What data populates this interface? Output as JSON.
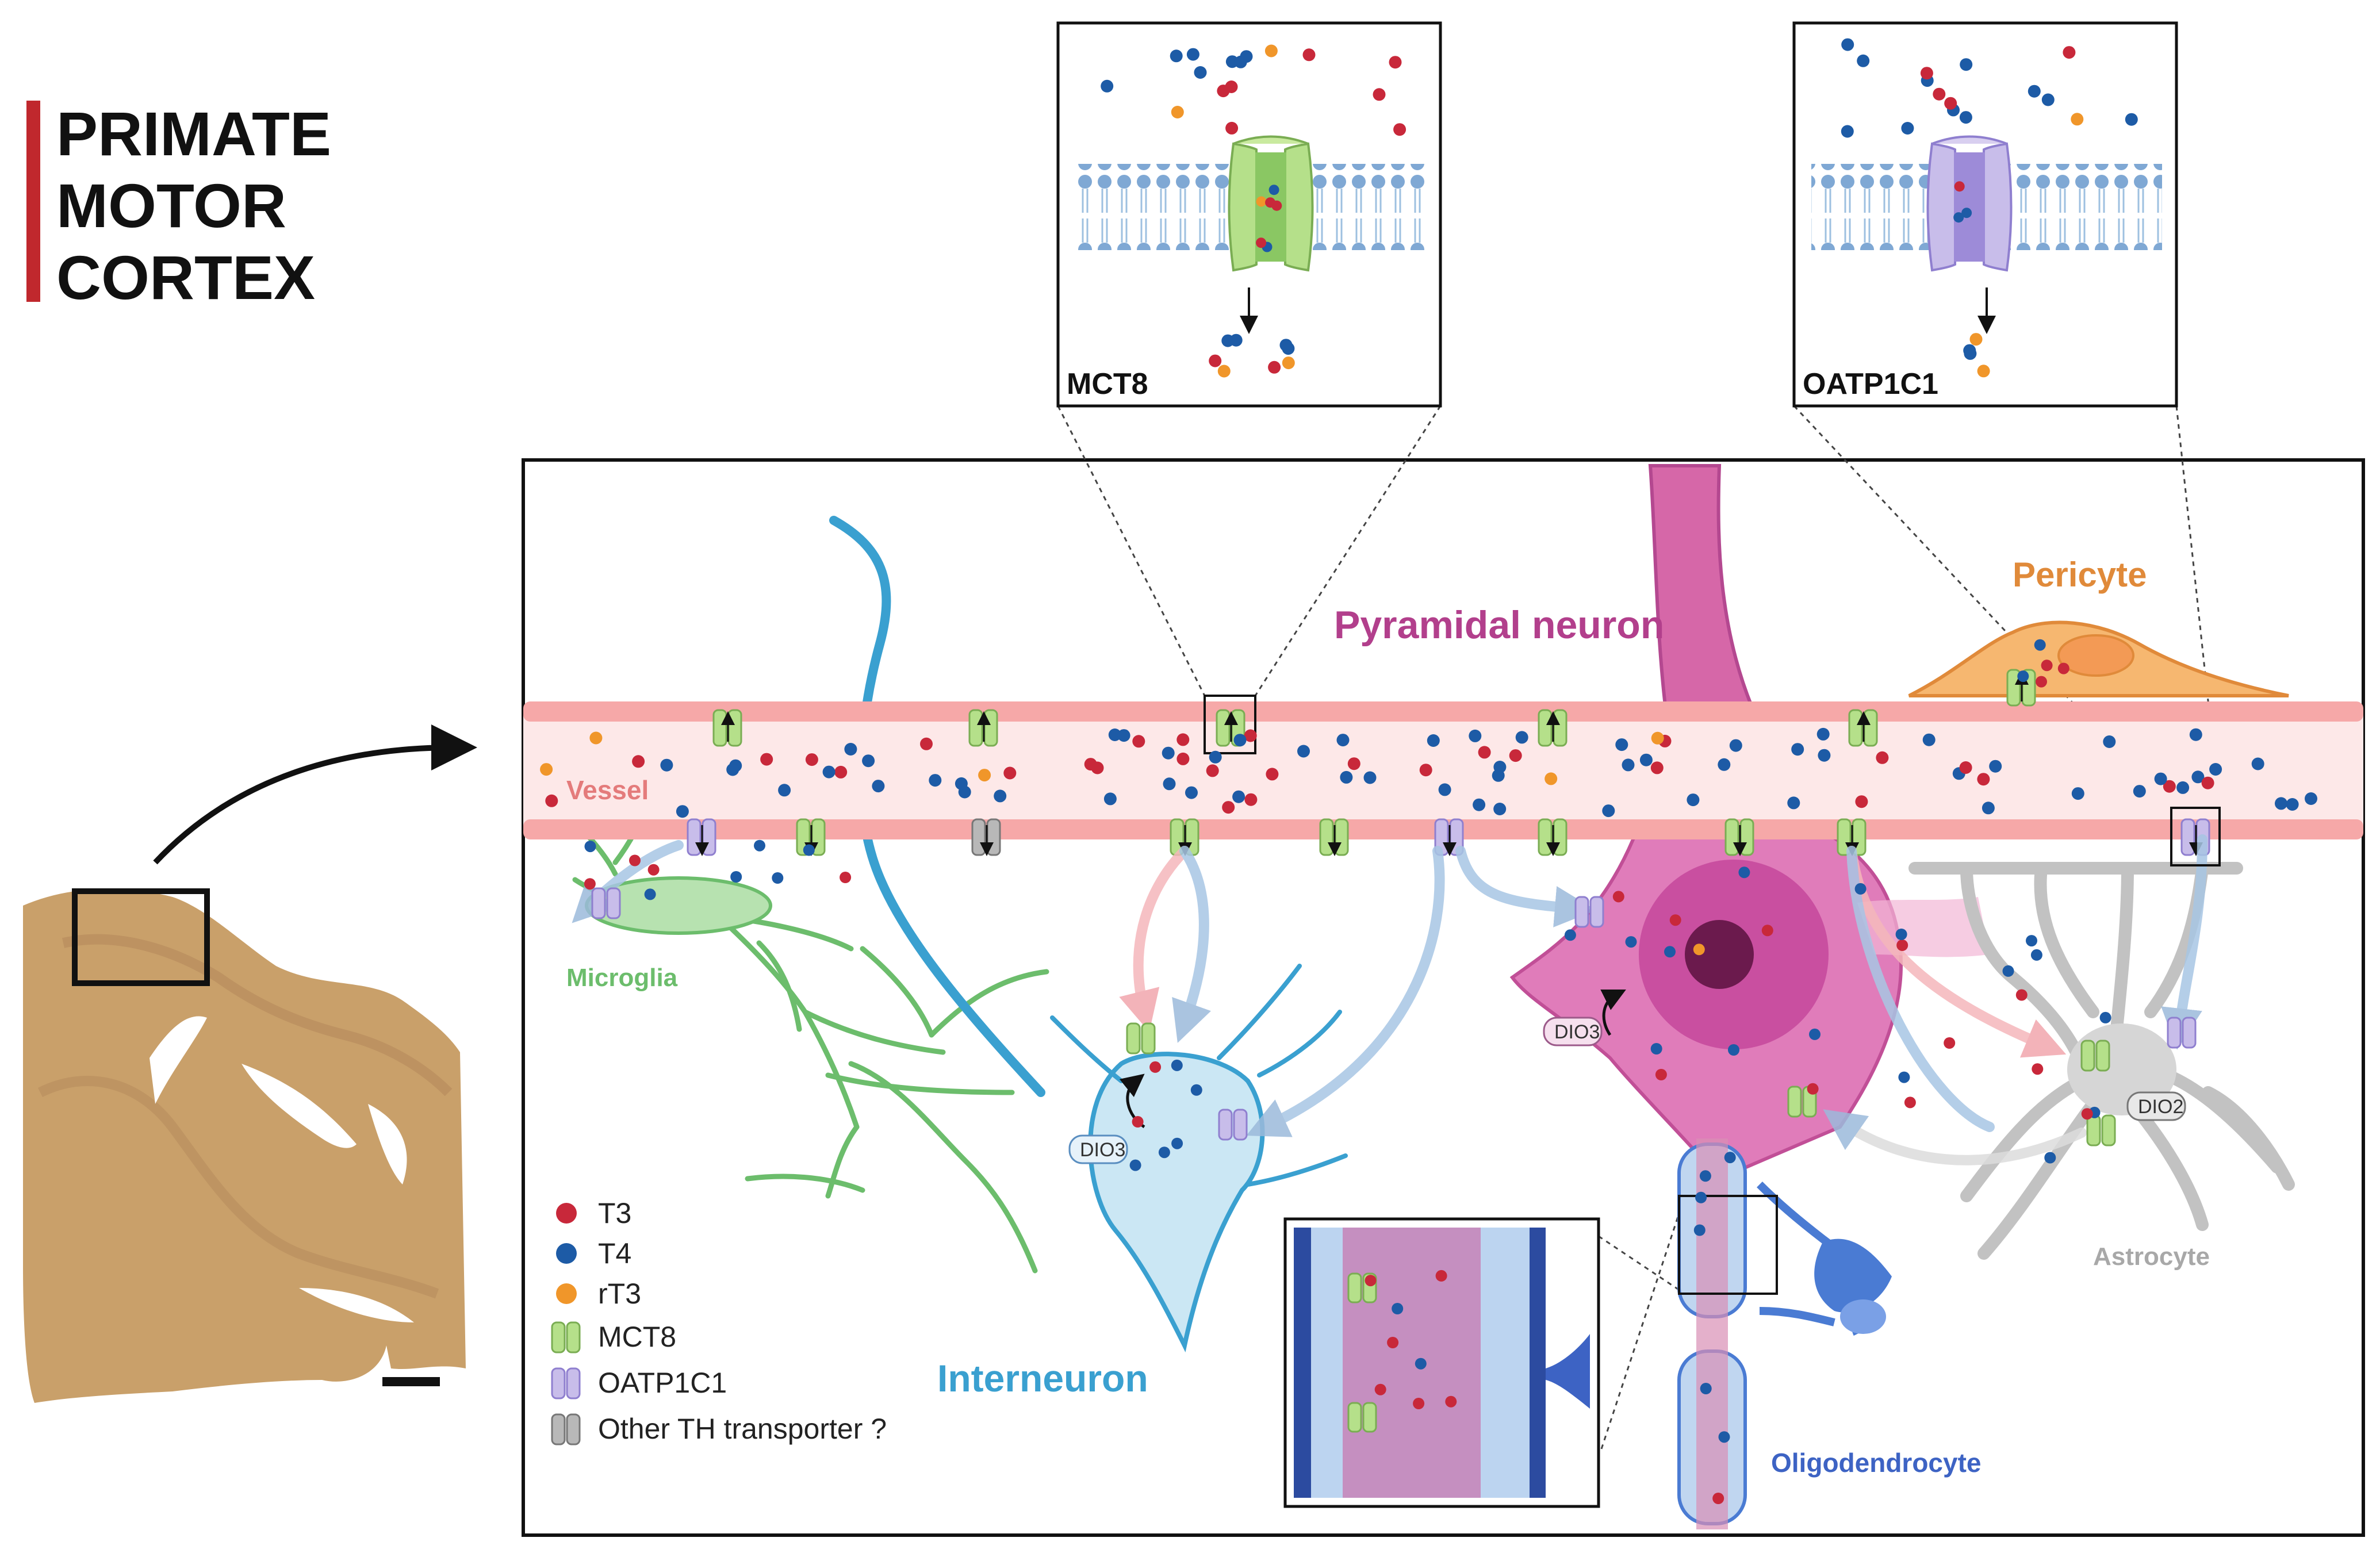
{
  "title": {
    "lines": [
      "PRIMATE",
      "MOTOR",
      "CORTEX"
    ],
    "bar_color": "#c0282d"
  },
  "insets": {
    "mct8": {
      "label": "MCT8"
    },
    "oatp": {
      "label": "OATP1C1"
    }
  },
  "labels": {
    "vessel": "Vessel",
    "pyramidal": "Pyramidal neuron",
    "pericyte": "Pericyte",
    "microglia": "Microglia",
    "interneuron": "Interneuron",
    "astrocyte": "Astrocyte",
    "oligodendrocyte": "Oligodendrocyte",
    "dio3_inter": "DIO3",
    "dio3_pyr": "DIO3",
    "dio2": "DIO2"
  },
  "legend": {
    "t3": "T3",
    "t4": "T4",
    "rt3": "rT3",
    "mct8": "MCT8",
    "oatp": "OATP1C1",
    "other": "Other TH transporter ?"
  },
  "colors": {
    "t3": "#c8283a",
    "t4": "#1d5ba6",
    "rt3": "#f0962a",
    "mct8": "#9bd46f",
    "oatp": "#a797d8",
    "other": "#8a8a8a",
    "vessel": "#f6c7c7",
    "pyramidal": "#c94fa0",
    "interneuron": "#3aa0d0",
    "microglia": "#6cbd6c",
    "astrocyte": "#a8a8a8",
    "pericyte": "#e08a3a",
    "oligodendrocyte": "#3d63c4",
    "tissue": "#c9a06a"
  }
}
